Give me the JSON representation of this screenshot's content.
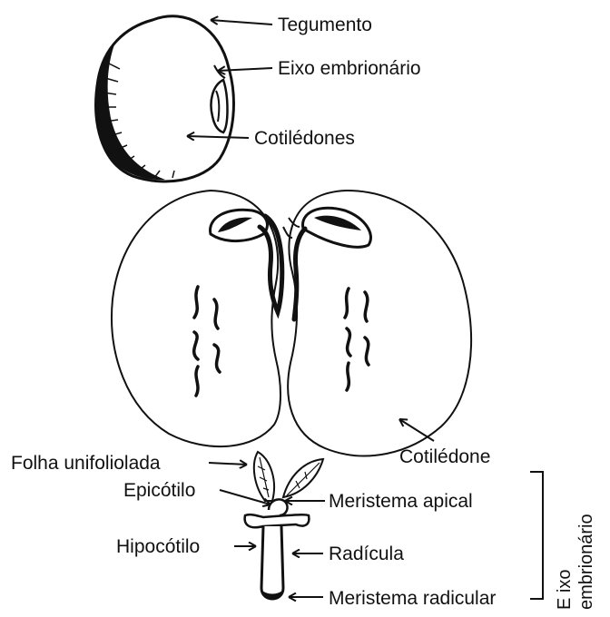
{
  "diagram": {
    "seed_labels": {
      "tegumento": "Tegumento",
      "eixo_embrionario": "Eixo embrionário",
      "cotiledones": "Cotilédones"
    },
    "open_seed_labels": {
      "cotiledone": "Cotilédone"
    },
    "axis_labels": {
      "folha_unifoliolada": "Folha unifoliolada",
      "epicotilo": "Epicótilo",
      "meristema_apical": "Meristema apical",
      "hipocotilo": "Hipocótilo",
      "radicula": "Radícula",
      "meristema_radicular": "Meristema radicular"
    },
    "bracket_label": {
      "line1": "E ixo",
      "line2": "embrionário"
    },
    "colors": {
      "ink": "#111111",
      "background": "#ffffff"
    }
  }
}
